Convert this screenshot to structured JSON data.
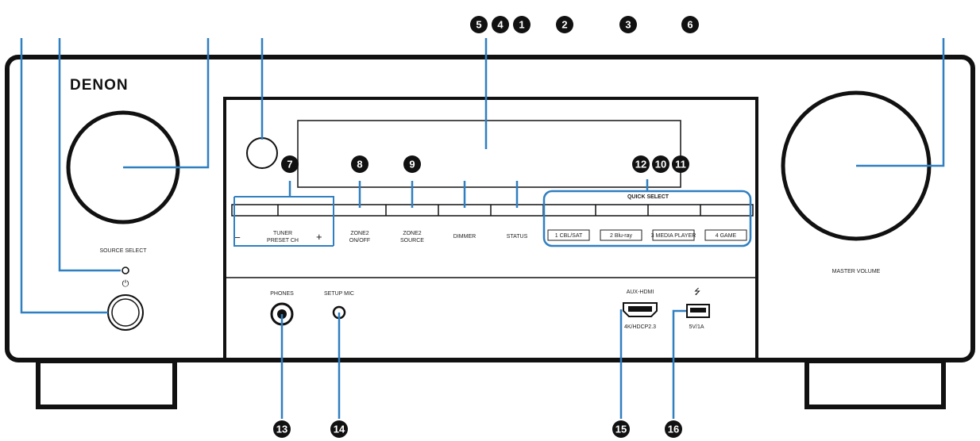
{
  "brand": "DENON",
  "labels": {
    "source_select": "SOURCE SELECT",
    "master_volume": "MASTER VOLUME",
    "tuner_preset_1": "TUNER",
    "tuner_preset_2": "PRESET CH",
    "minus": "–",
    "plus": "+",
    "zone2_onoff_1": "ZONE2",
    "zone2_onoff_2": "ON/OFF",
    "zone2_source_1": "ZONE2",
    "zone2_source_2": "SOURCE",
    "dimmer": "DIMMER",
    "status": "STATUS",
    "quick_select": "QUICK SELECT",
    "qs1": "1  CBL/SAT",
    "qs2": "2  Blu-ray",
    "qs3": "3  MEDIA PLAYER",
    "qs4": "4  GAME",
    "phones": "PHONES",
    "setup_mic": "SETUP MIC",
    "aux_hdmi": "AUX-HDMI",
    "hdcp": "4K/HDCP2.3",
    "usb_rating": "5V/1A",
    "power_glyph": "⏻"
  },
  "callouts": [
    "5",
    "4",
    "1",
    "2",
    "3",
    "6",
    "7",
    "8",
    "9",
    "12",
    "10",
    "11",
    "13",
    "14",
    "15",
    "16"
  ],
  "colors": {
    "callout_line": "#2f7fc1",
    "callout_circle": "#111111",
    "outline": "#1a1a1a"
  }
}
